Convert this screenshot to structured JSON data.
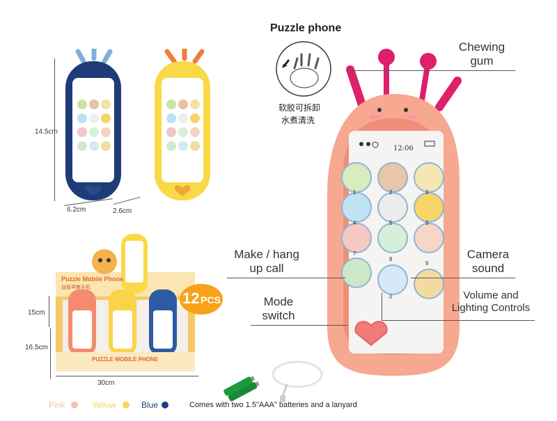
{
  "header": {
    "title": "Puzzle phone"
  },
  "detail_note": {
    "line1": "软胶可拆卸",
    "line2": "水煮清洗"
  },
  "callouts": {
    "chewing_gum_line1": "Chewing",
    "chewing_gum_line2": "gum",
    "make_hang_line1": "Make / hang",
    "make_hang_line2": "up call",
    "camera_line1": "Camera",
    "camera_line2": "sound",
    "mode_line1": "Mode",
    "mode_line2": "switch",
    "volume_line1": "Volume and",
    "volume_line2": "Lighting Controls"
  },
  "dimensions": {
    "height": "14.5cm",
    "width": "6.2cm",
    "depth": "2.6cm",
    "box_h_front": "15cm",
    "box_h_back": "16.5cm",
    "box_w": "30cm"
  },
  "phone_screen": {
    "time": "12:06"
  },
  "keypad": {
    "numbers": [
      "1",
      "2",
      "3",
      "4",
      "5",
      "6",
      "7",
      "8",
      "9",
      "0"
    ]
  },
  "box": {
    "title": "Puzzle Mobile Phone",
    "subtitle": "益智早教手机",
    "front_label": "PUZZLE MOBILE PHONE",
    "badge_count": "12",
    "badge_unit": "PCS"
  },
  "colors": {
    "items": [
      {
        "label": "Pink",
        "hex": "#f6c0ae"
      },
      {
        "label": "Yellow",
        "hex": "#f7d65a"
      },
      {
        "label": "Blue",
        "hex": "#1f3f7a"
      }
    ]
  },
  "accessories": {
    "text": "Comes with two 1.5\"AAA\" batteries and a lanyard"
  }
}
